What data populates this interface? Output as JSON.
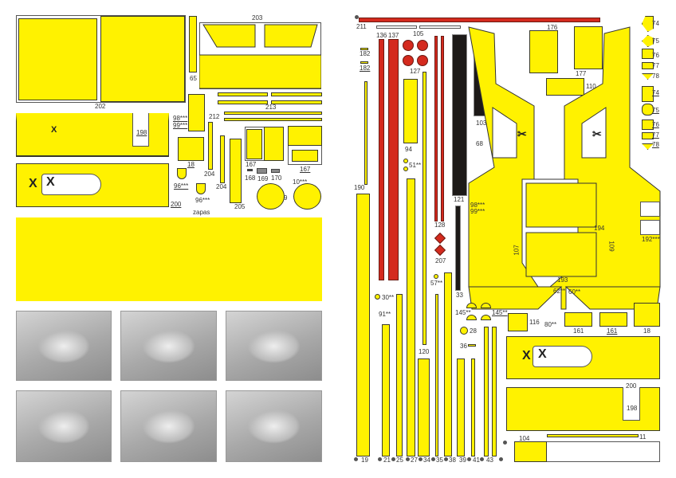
{
  "colors": {
    "part_yellow": "#fff200",
    "part_red": "#d42a1e",
    "part_black": "#1d1a18"
  },
  "labels": [
    "203",
    "65",
    "202",
    "213",
    "212",
    "98***",
    "99***",
    "198",
    "18",
    "204",
    "204",
    "205",
    "167",
    "167",
    "168",
    "169",
    "170",
    "10***",
    "9",
    "96***",
    "96***",
    "zapas",
    "200",
    "211",
    "136",
    "137",
    "105",
    "182",
    "182",
    "127",
    "94",
    "103",
    "68",
    "51**",
    "190",
    "121",
    "98***",
    "99***",
    "128",
    "176",
    "177",
    "110",
    "74",
    "75",
    "76",
    "77",
    "78",
    "74",
    "75",
    "76",
    "77",
    "78",
    "194",
    "192***",
    "107",
    "109",
    "207",
    "57**",
    "33",
    "193",
    "62**",
    "60**",
    "30**",
    "91**",
    "145**",
    "145**",
    "116",
    "80**",
    "161",
    "161",
    "18",
    "28",
    "36",
    "120",
    "200",
    "198",
    "104",
    "11",
    "19",
    "21",
    "25",
    "27",
    "34",
    "35",
    "38",
    "39",
    "41",
    "43"
  ],
  "icons": {
    "scissors": "scissors-icon",
    "cut": "X"
  }
}
